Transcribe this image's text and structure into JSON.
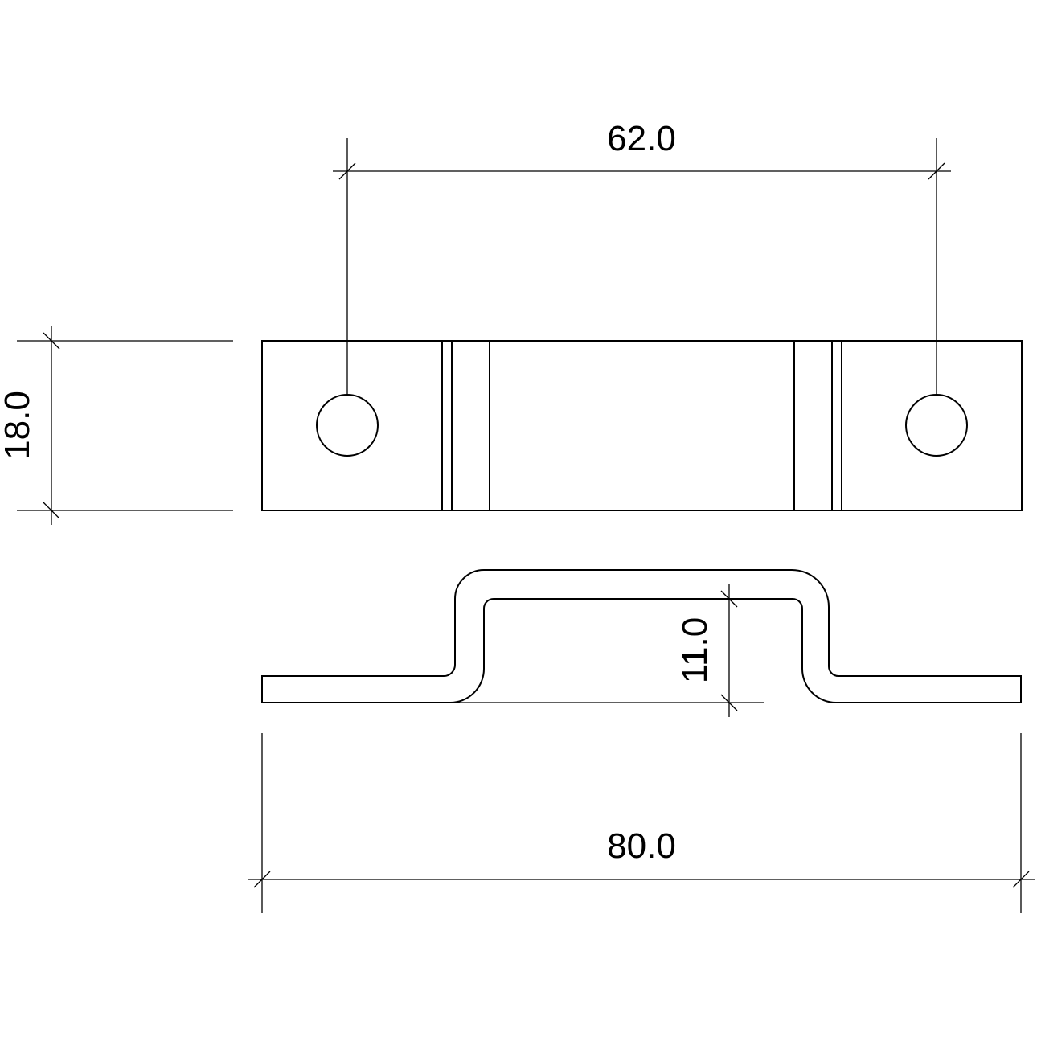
{
  "drawing": {
    "dimensions": {
      "hole_spacing": "62.0",
      "width": "18.0",
      "bend_height": "11.0",
      "overall_length": "80.0"
    },
    "line_color": "#000000",
    "background_color": "#ffffff"
  }
}
